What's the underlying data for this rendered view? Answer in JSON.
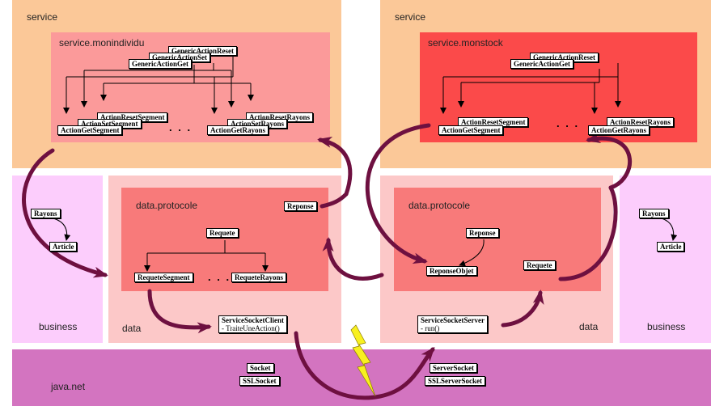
{
  "left": {
    "service_label": "service",
    "package_label": "service.monindividu",
    "generic_actions": [
      "GenericActionReset",
      "GenericActionSet",
      "GenericActionGet"
    ],
    "actions": [
      "ActionResetSegment",
      "ActionSetSegment",
      "ActionGetSegment",
      "ActionResetRayons",
      "ActionSetRayons",
      "ActionGetRayons"
    ],
    "business_label": "business",
    "business_items": [
      "Rayons",
      "Article"
    ],
    "data_label": "data",
    "protocol_label": "data.protocole",
    "protocol_items": {
      "reponse": "Reponse",
      "requete": "Requete",
      "requete_segment": "RequeteSegment",
      "requete_rayons": "RequeteRayons"
    },
    "socket_class": {
      "name": "ServiceSocketClient",
      "method": "- TraiteUneAction()"
    }
  },
  "right": {
    "service_label": "service",
    "package_label": "service.monstock",
    "generic_actions": [
      "GenericActionReset",
      "GenericActionGet"
    ],
    "actions": [
      "ActionResetSegment",
      "ActionGetSegment",
      "ActionResetRayons",
      "ActionGetRayons"
    ],
    "business_label": "business",
    "business_items": [
      "Rayons",
      "Article"
    ],
    "data_label": "data",
    "protocol_label": "data.protocole",
    "protocol_items": {
      "reponse": "Reponse",
      "reponse_objet": "ReponseObjet",
      "requete": "Requete"
    },
    "socket_class": {
      "name": "ServiceSocketServer",
      "method": "- run()"
    }
  },
  "javanet": {
    "label": "java.net",
    "left_items": [
      "Socket",
      "SSLSocket"
    ],
    "right_items": [
      "ServerSocket",
      "SSLServerSocket"
    ]
  },
  "ellipsis": ". . .",
  "colors": {
    "service_bg": "#fbc898",
    "service_left_pkg": "#fb9a9a",
    "service_right_pkg": "#fb4a4a",
    "business_bg": "#fccdfc",
    "data_bg": "#fcc8c8",
    "protocol_bg": "#f87a7a",
    "javanet_bg": "#d374c0",
    "arrow": "#6e1040",
    "lightning": "#f8f020"
  }
}
